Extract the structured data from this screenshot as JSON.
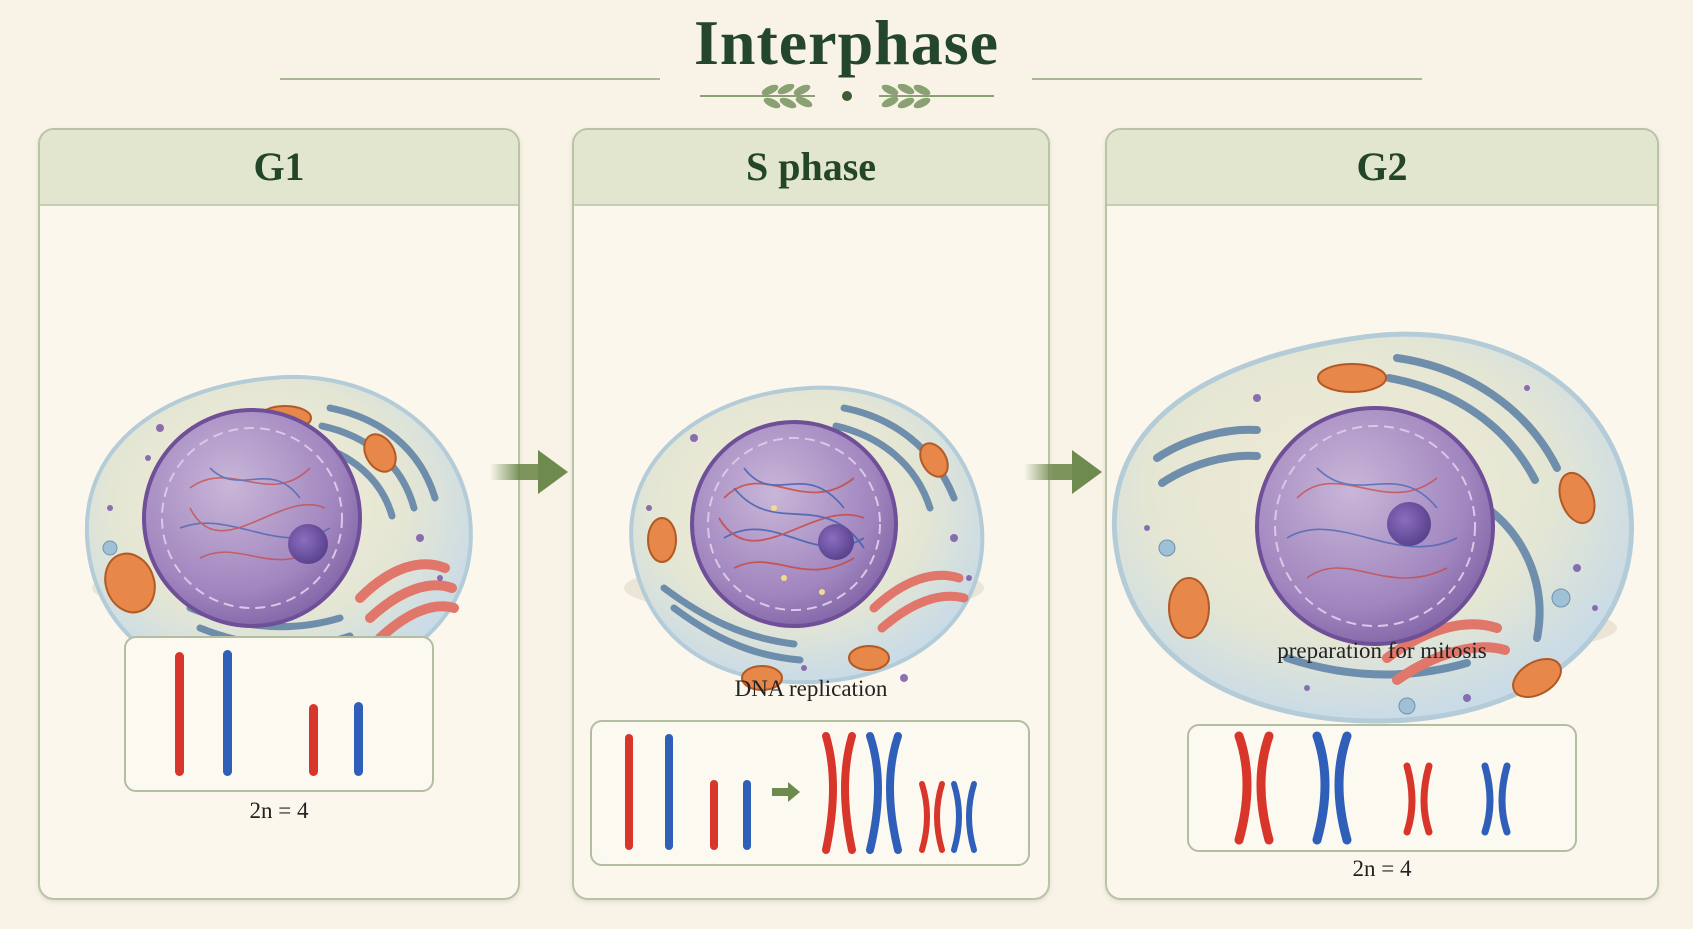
{
  "title": "Interphase",
  "stages": [
    {
      "id": "g1",
      "label": "G1",
      "caption": "",
      "ploidy": "2n = 4"
    },
    {
      "id": "s",
      "label": "S phase",
      "caption": "DNA replication",
      "ploidy": ""
    },
    {
      "id": "g2",
      "label": "G2",
      "caption": "preparation for mitosis",
      "ploidy": "2n = 4"
    }
  ],
  "colors": {
    "chromosome_red": "#d9362b",
    "chromosome_blue": "#2f5fb8",
    "accent_green": "#6f8a4e",
    "title_green": "#24462a"
  },
  "icons": [
    "leaf-ornament-icon",
    "right-arrow-icon"
  ]
}
